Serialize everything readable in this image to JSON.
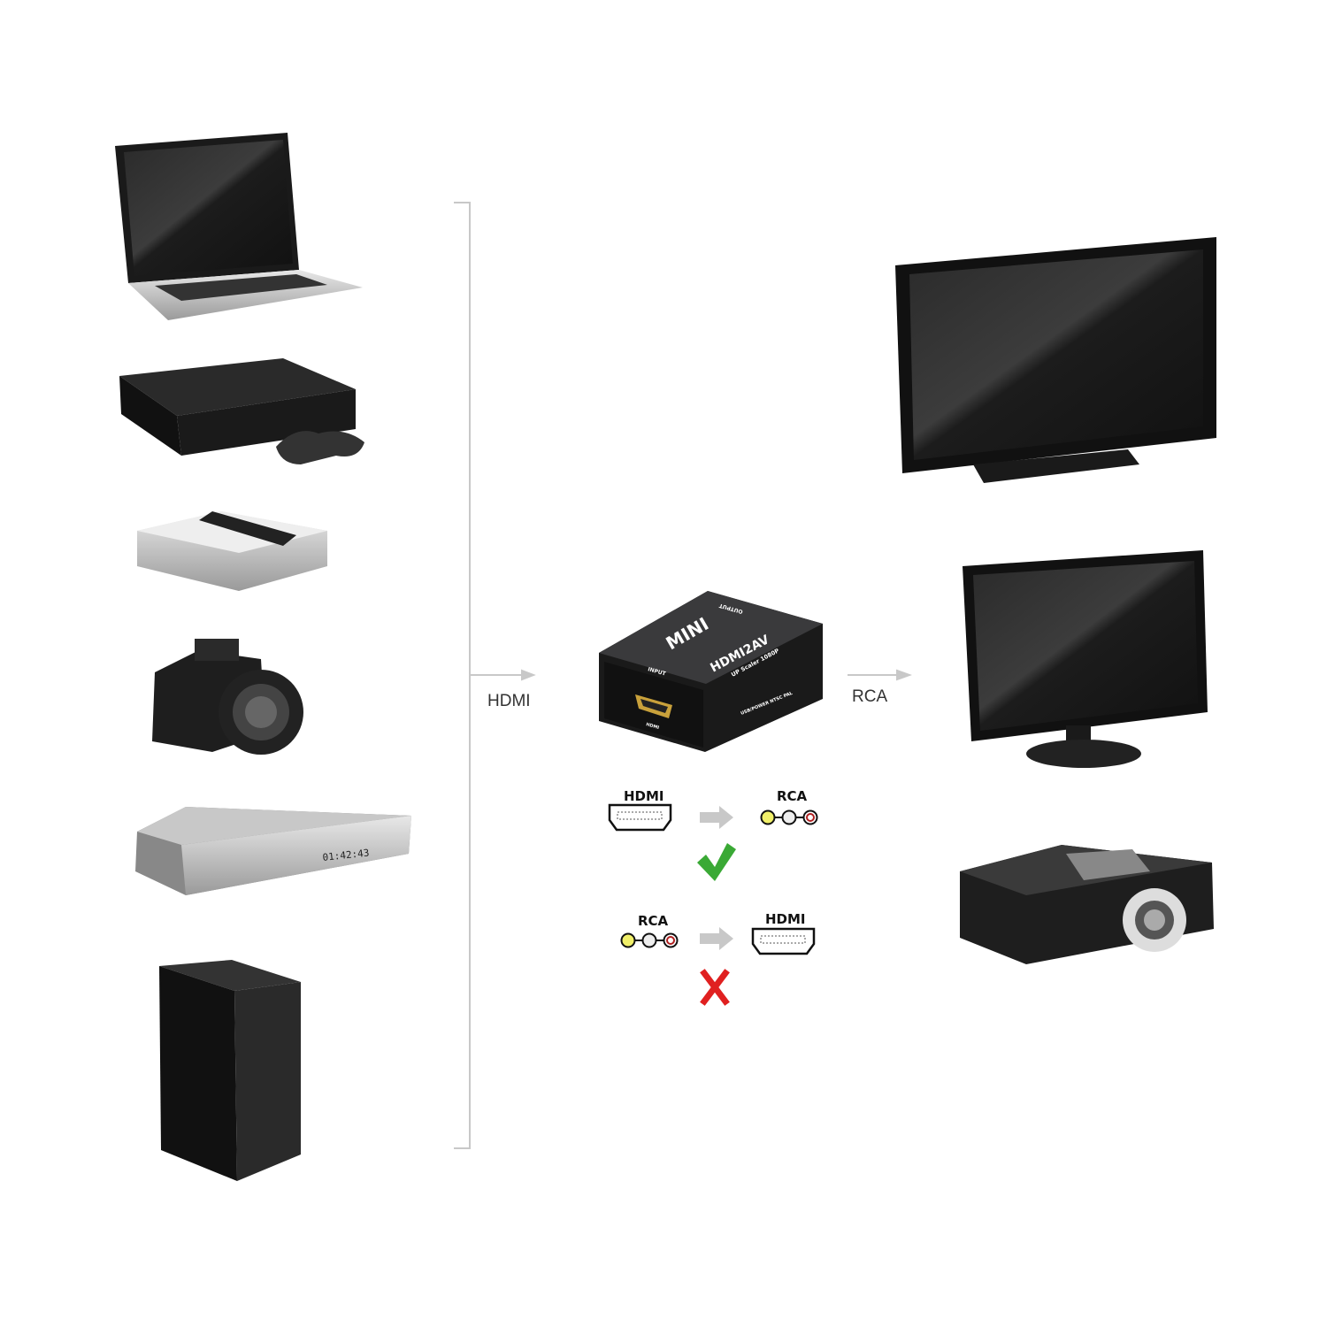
{
  "labels": {
    "input": "HDMI",
    "output": "RCA"
  },
  "converter": {
    "badge": "MINI",
    "model": "HDMI2AV",
    "subtitle": "UP Scaler 1080P",
    "input_label": "INPUT",
    "output_label": "OUTPUT",
    "port_label": "HDMI",
    "side_label": "USB/POWER NTSC PAL"
  },
  "compatibility": [
    {
      "from": "HDMI",
      "to": "RCA",
      "supported": true,
      "status_icon": "check-icon",
      "status_color": "#3aa935"
    },
    {
      "from": "RCA",
      "to": "HDMI",
      "supported": false,
      "status_icon": "cross-icon",
      "status_color": "#e02020"
    }
  ],
  "sources": [
    "laptop",
    "game-console",
    "media-box",
    "camera",
    "blu-ray-player",
    "desktop-tower"
  ],
  "destinations": [
    "tv",
    "monitor",
    "projector"
  ],
  "blu_ray_display": "01:42:43",
  "colors": {
    "rca_yellow": "#f1f06a",
    "rca_white": "#d8d8d8",
    "rca_red": "#b02020",
    "arrow_gray": "#c8c8c8"
  }
}
